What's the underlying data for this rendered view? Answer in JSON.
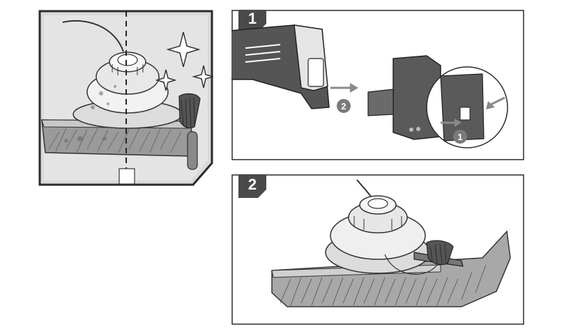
{
  "panels": {
    "overview": {},
    "step1": {
      "badge": "1",
      "callouts": {
        "first": "1",
        "second": "2"
      }
    },
    "step2": {
      "badge": "2"
    }
  },
  "colors": {
    "outline": "#2a2a2a",
    "badge": "#4a4a4a",
    "overview_bg": "#d9d9d9",
    "tool_body": "#555555",
    "light_gray": "#bfbfbf",
    "arrow_gray": "#8a8a8a"
  }
}
